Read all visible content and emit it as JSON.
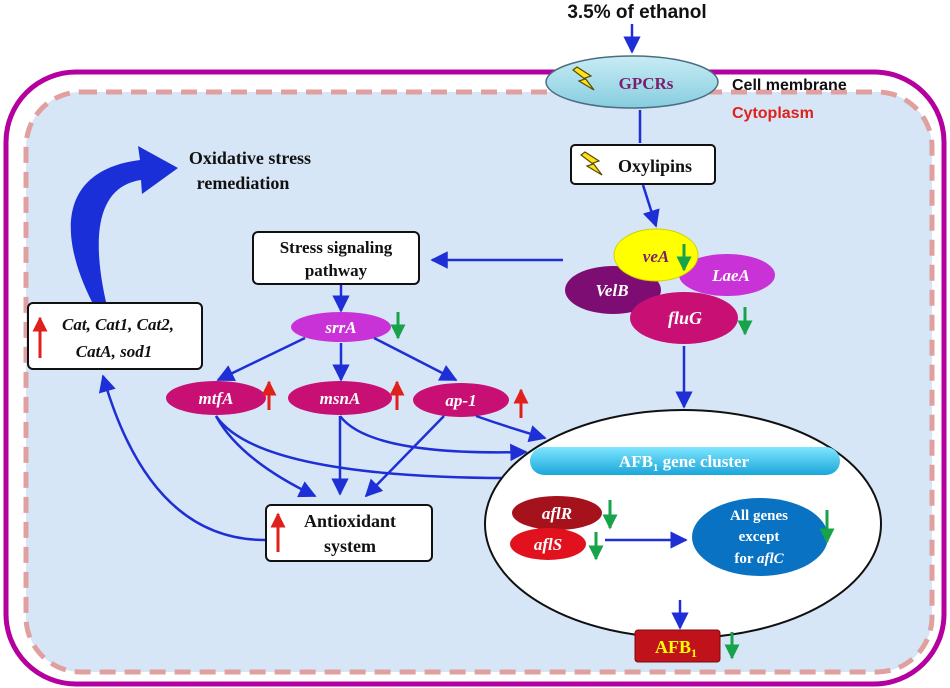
{
  "stimulus": "3.5% of ethanol",
  "membrane_label": "Cell membrane",
  "cytoplasm_label": "Cytoplasm",
  "receptor": "GPCRs",
  "oxylipins": "Oxylipins",
  "remediation": {
    "line1": "Oxidative stress",
    "line2": "remediation"
  },
  "stress_pathway": {
    "line1": "Stress signaling",
    "line2": "pathway"
  },
  "velvet": {
    "veA": "veA",
    "velB": "VelB",
    "laeA": "LaeA",
    "fluG": "fluG"
  },
  "srrA": "srrA",
  "tfs": {
    "mtfA": "mtfA",
    "msnA": "msnA",
    "ap1": "ap-1"
  },
  "catalase": {
    "line1": "Cat, Cat1, Cat2,",
    "line2": "CatA, sod1"
  },
  "antioxidant": {
    "line1": "Antioxidant",
    "line2": "system"
  },
  "cluster": {
    "title_pre": "AFB",
    "title_sub": "1",
    "title_post": " gene cluster",
    "aflR": "aflR",
    "aflS": "aflS",
    "all_genes": {
      "line1": "All genes",
      "line2": "except",
      "line3_pre": "for ",
      "line3_gene": "aflC"
    }
  },
  "product": {
    "pre": "AFB",
    "sub": "1"
  },
  "colors": {
    "up_arrow": "#e0201b",
    "down_arrow": "#16a34a",
    "flow_arrow": "#1f2fd6",
    "membrane": "#b3009e",
    "cytoplasm_border": "#e0a0a0",
    "cytoplasm_fill": "#d6e6f7",
    "magenta_node": "#c80f73",
    "violet_node": "#c832d6"
  }
}
